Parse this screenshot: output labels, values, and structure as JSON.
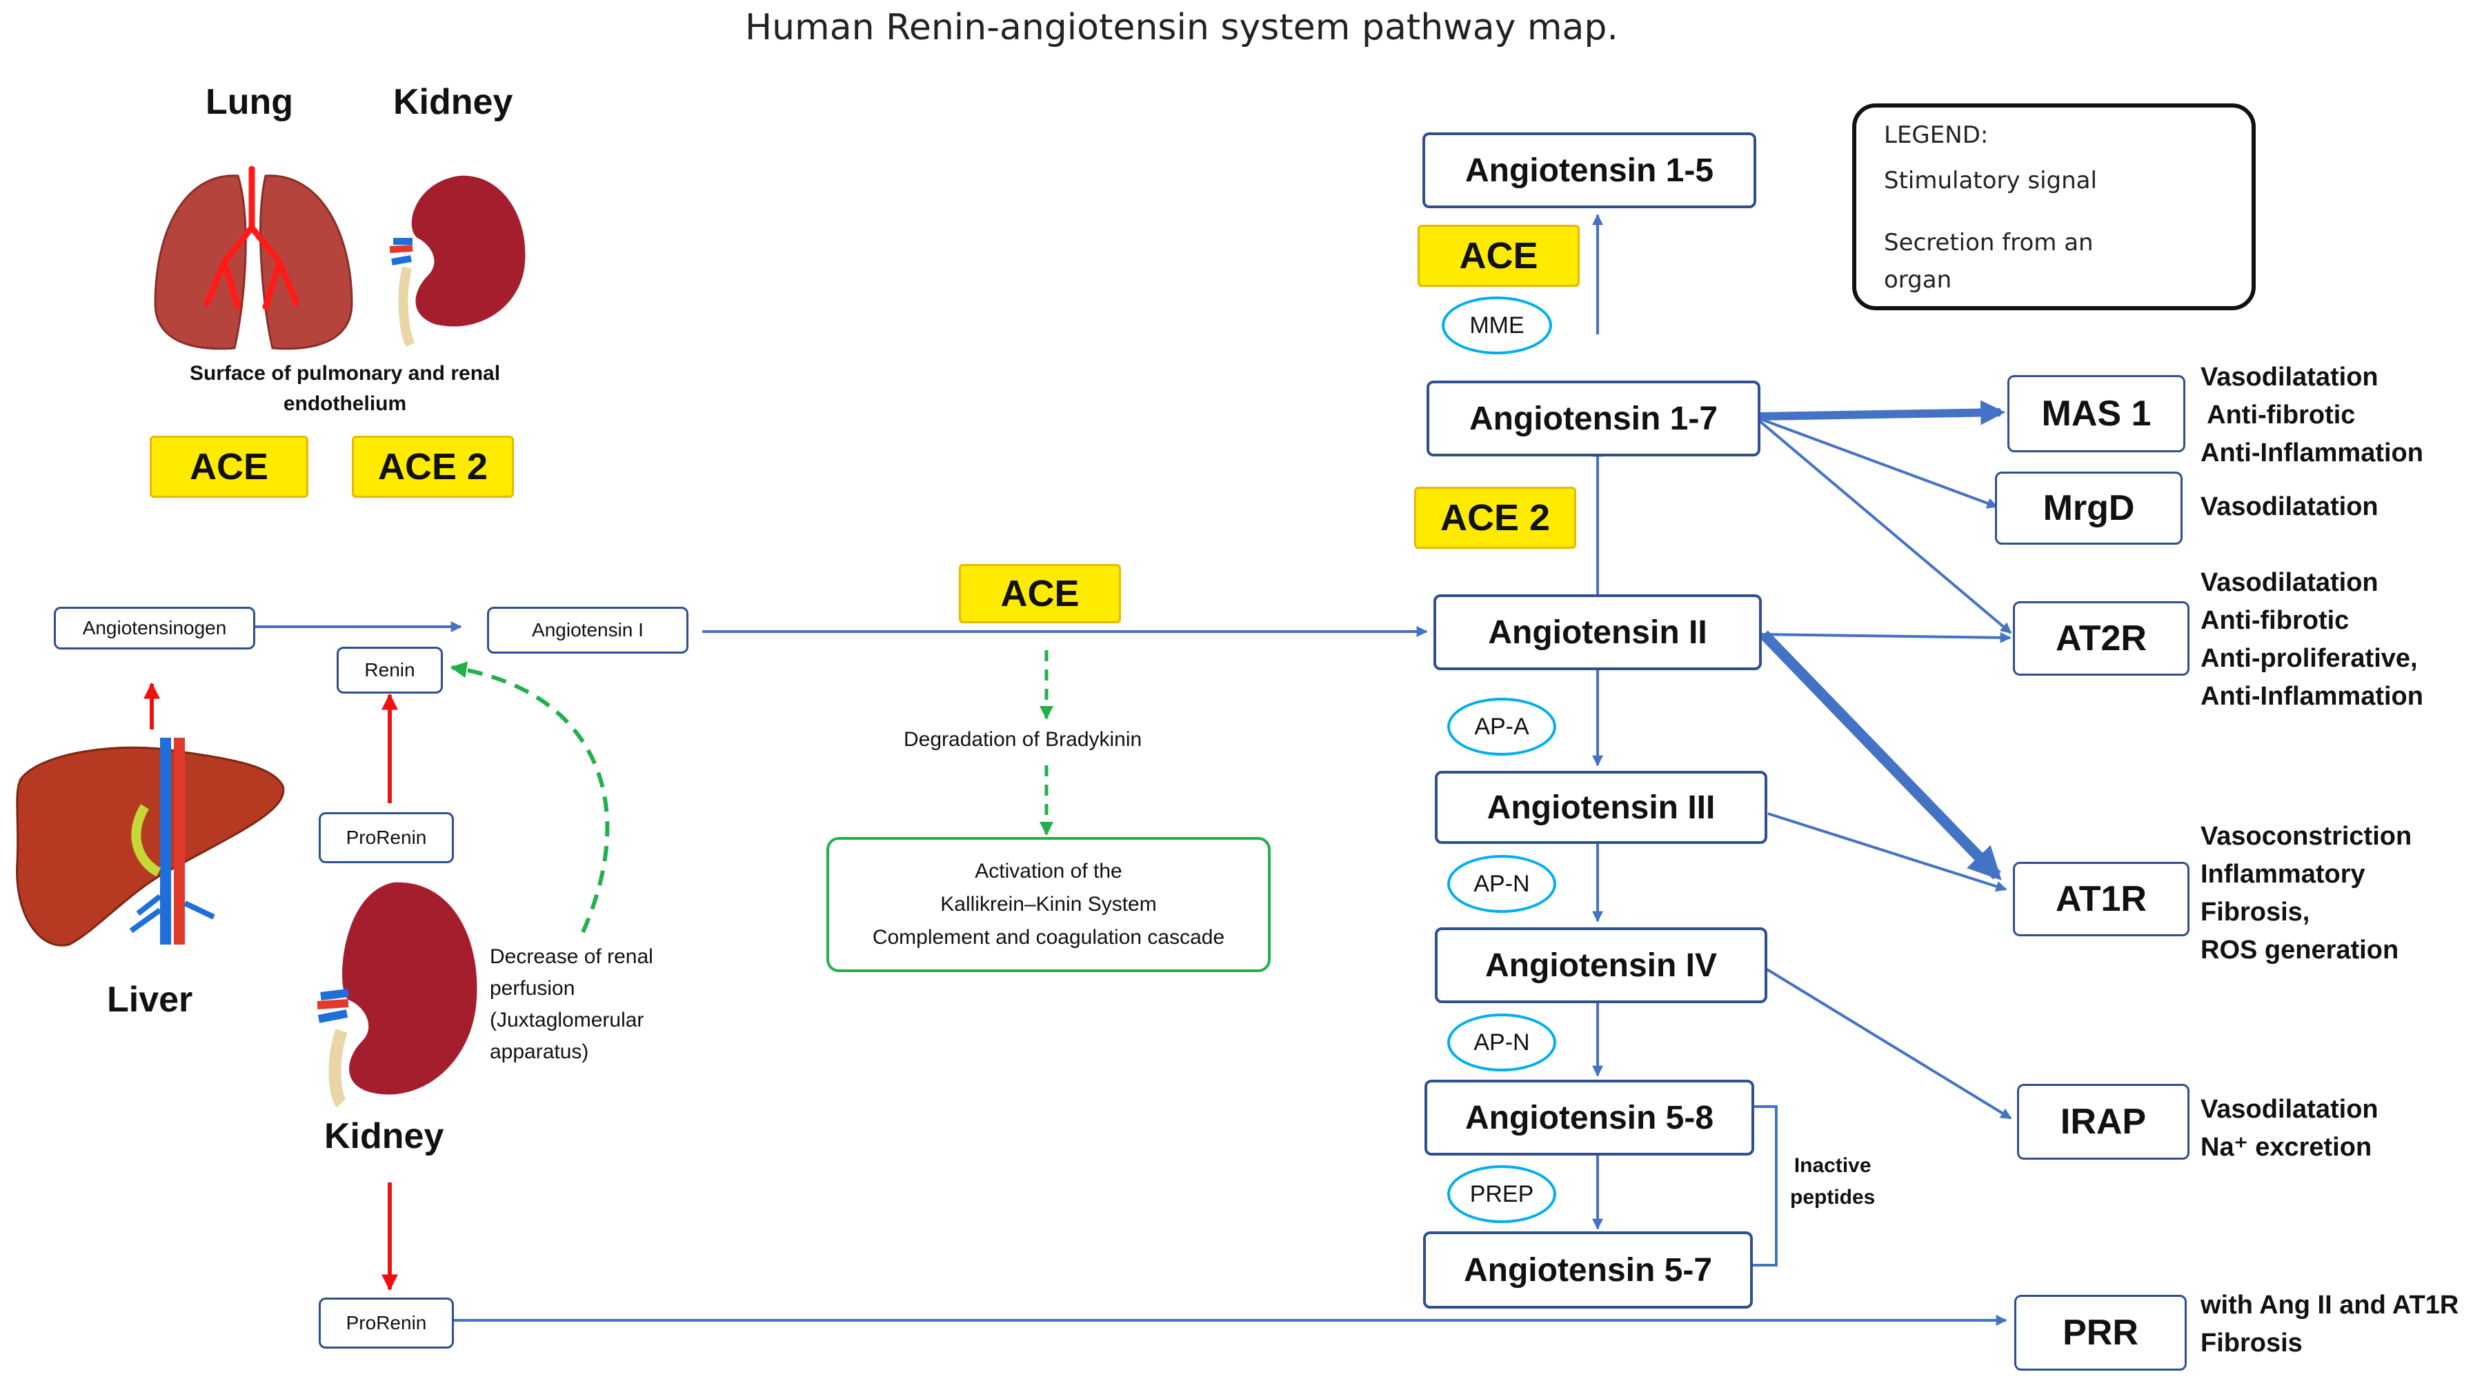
{
  "title": "Human Renin-angiotensin system pathway map.",
  "organs": {
    "lung": "Lung",
    "kidney_top": "Kidney",
    "endothelium_line1": "Surface of pulmonary and renal",
    "endothelium_line2": "endothelium",
    "liver": "Liver",
    "kidney_bottom": "Kidney"
  },
  "enzymes": {
    "ace_top_left": "ACE",
    "ace2_top_left": "ACE 2",
    "ace_center": "ACE",
    "ace_top_right": "ACE",
    "ace2_right": "ACE 2"
  },
  "small_nodes": {
    "angiotensinogen": "Angiotensinogen",
    "angiotensin_i": "Angiotensin I",
    "renin": "Renin",
    "prorenin_upper": "ProRenin",
    "prorenin_lower": "ProRenin"
  },
  "peptides": {
    "ang_1_5": "Angiotensin 1-5",
    "ang_1_7": "Angiotensin 1-7",
    "ang_ii": "Angiotensin II",
    "ang_iii": "Angiotensin III",
    "ang_iv": "Angiotensin IV",
    "ang_5_8": "Angiotensin 5-8",
    "ang_5_7": "Angiotensin 5-7"
  },
  "peptidases": {
    "mme": "MME",
    "ap_a": "AP-A",
    "ap_n_1": "AP-N",
    "ap_n_2": "AP-N",
    "prep": "PREP"
  },
  "receptors": {
    "mas1": "MAS 1",
    "mrgd": "MrgD",
    "at2r": "AT2R",
    "at1r": "AT1R",
    "irap": "IRAP",
    "prr": "PRR"
  },
  "effects": {
    "mas1": [
      "Vasodilatation",
      " Anti-fibrotic",
      "Anti-Inflammation"
    ],
    "mrgd": [
      "Vasodilatation"
    ],
    "at2r": [
      "Vasodilatation",
      "Anti-fibrotic",
      "Anti-proliferative,",
      "Anti-Inflammation"
    ],
    "at1r": [
      "Vasoconstriction",
      "Inflammatory",
      "Fibrosis,",
      "ROS generation"
    ],
    "irap": [
      "Vasodilatation",
      "Na⁺ excretion"
    ],
    "prr": [
      "with Ang II and AT1R",
      "Fibrosis"
    ]
  },
  "notes": {
    "renal_perfusion": [
      "Decrease of renal",
      "perfusion",
      "(Juxtaglomerular",
      "apparatus)"
    ],
    "bradykinin": "Degradation of Bradykinin",
    "kallikrein": [
      "Activation of the",
      "Kallikrein–Kinin System",
      "Complement and coagulation cascade"
    ],
    "inactive": [
      "Inactive",
      "peptides"
    ]
  },
  "legend": {
    "heading": "LEGEND:",
    "stimulatory": "Stimulatory signal",
    "secretion_line1": "Secretion from an",
    "secretion_line2": "organ"
  },
  "colors": {
    "node_border": "#2f4f8f",
    "arrow_blue": "#4472c4",
    "enzyme_fill": "#ffeb00",
    "peptidase_border": "#00aeef",
    "stimulatory_green": "#22b04a",
    "secretion_red": "#ee1111"
  },
  "icons": [
    "lung-icon",
    "kidney-icon",
    "liver-icon"
  ]
}
